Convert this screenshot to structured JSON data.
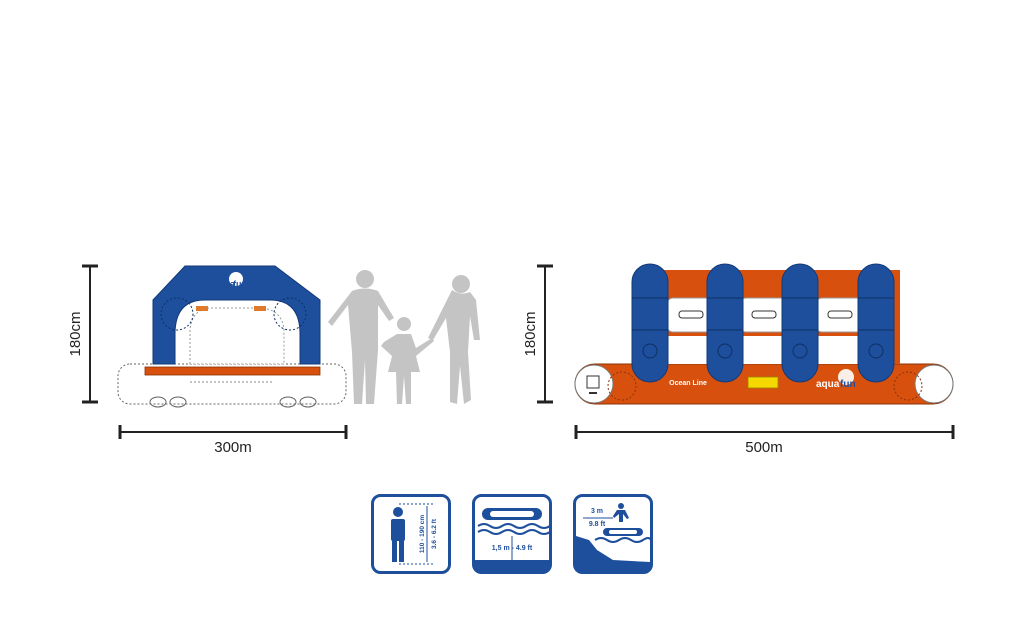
{
  "brand": {
    "logo_text_a": "aqua",
    "logo_text_b": "fun",
    "product_line": "Ocean Line"
  },
  "left_product": {
    "height_label": "180cm",
    "width_label": "300m"
  },
  "right_product": {
    "height_label": "180cm",
    "width_label": "500m"
  },
  "icons": {
    "user_height": {
      "line1": "110 - 190 cm",
      "line2": "3.6 - 6.2 ft"
    },
    "water_depth": {
      "label": "1,5 m - 4.9 ft"
    },
    "safety_distance": {
      "line1": "3 m",
      "line2": "9.8 ft"
    }
  },
  "colors": {
    "blue": "#1e4f9c",
    "orange": "#d8500e",
    "silhouette": "#c4c4c4",
    "yellow": "#f5d800"
  }
}
